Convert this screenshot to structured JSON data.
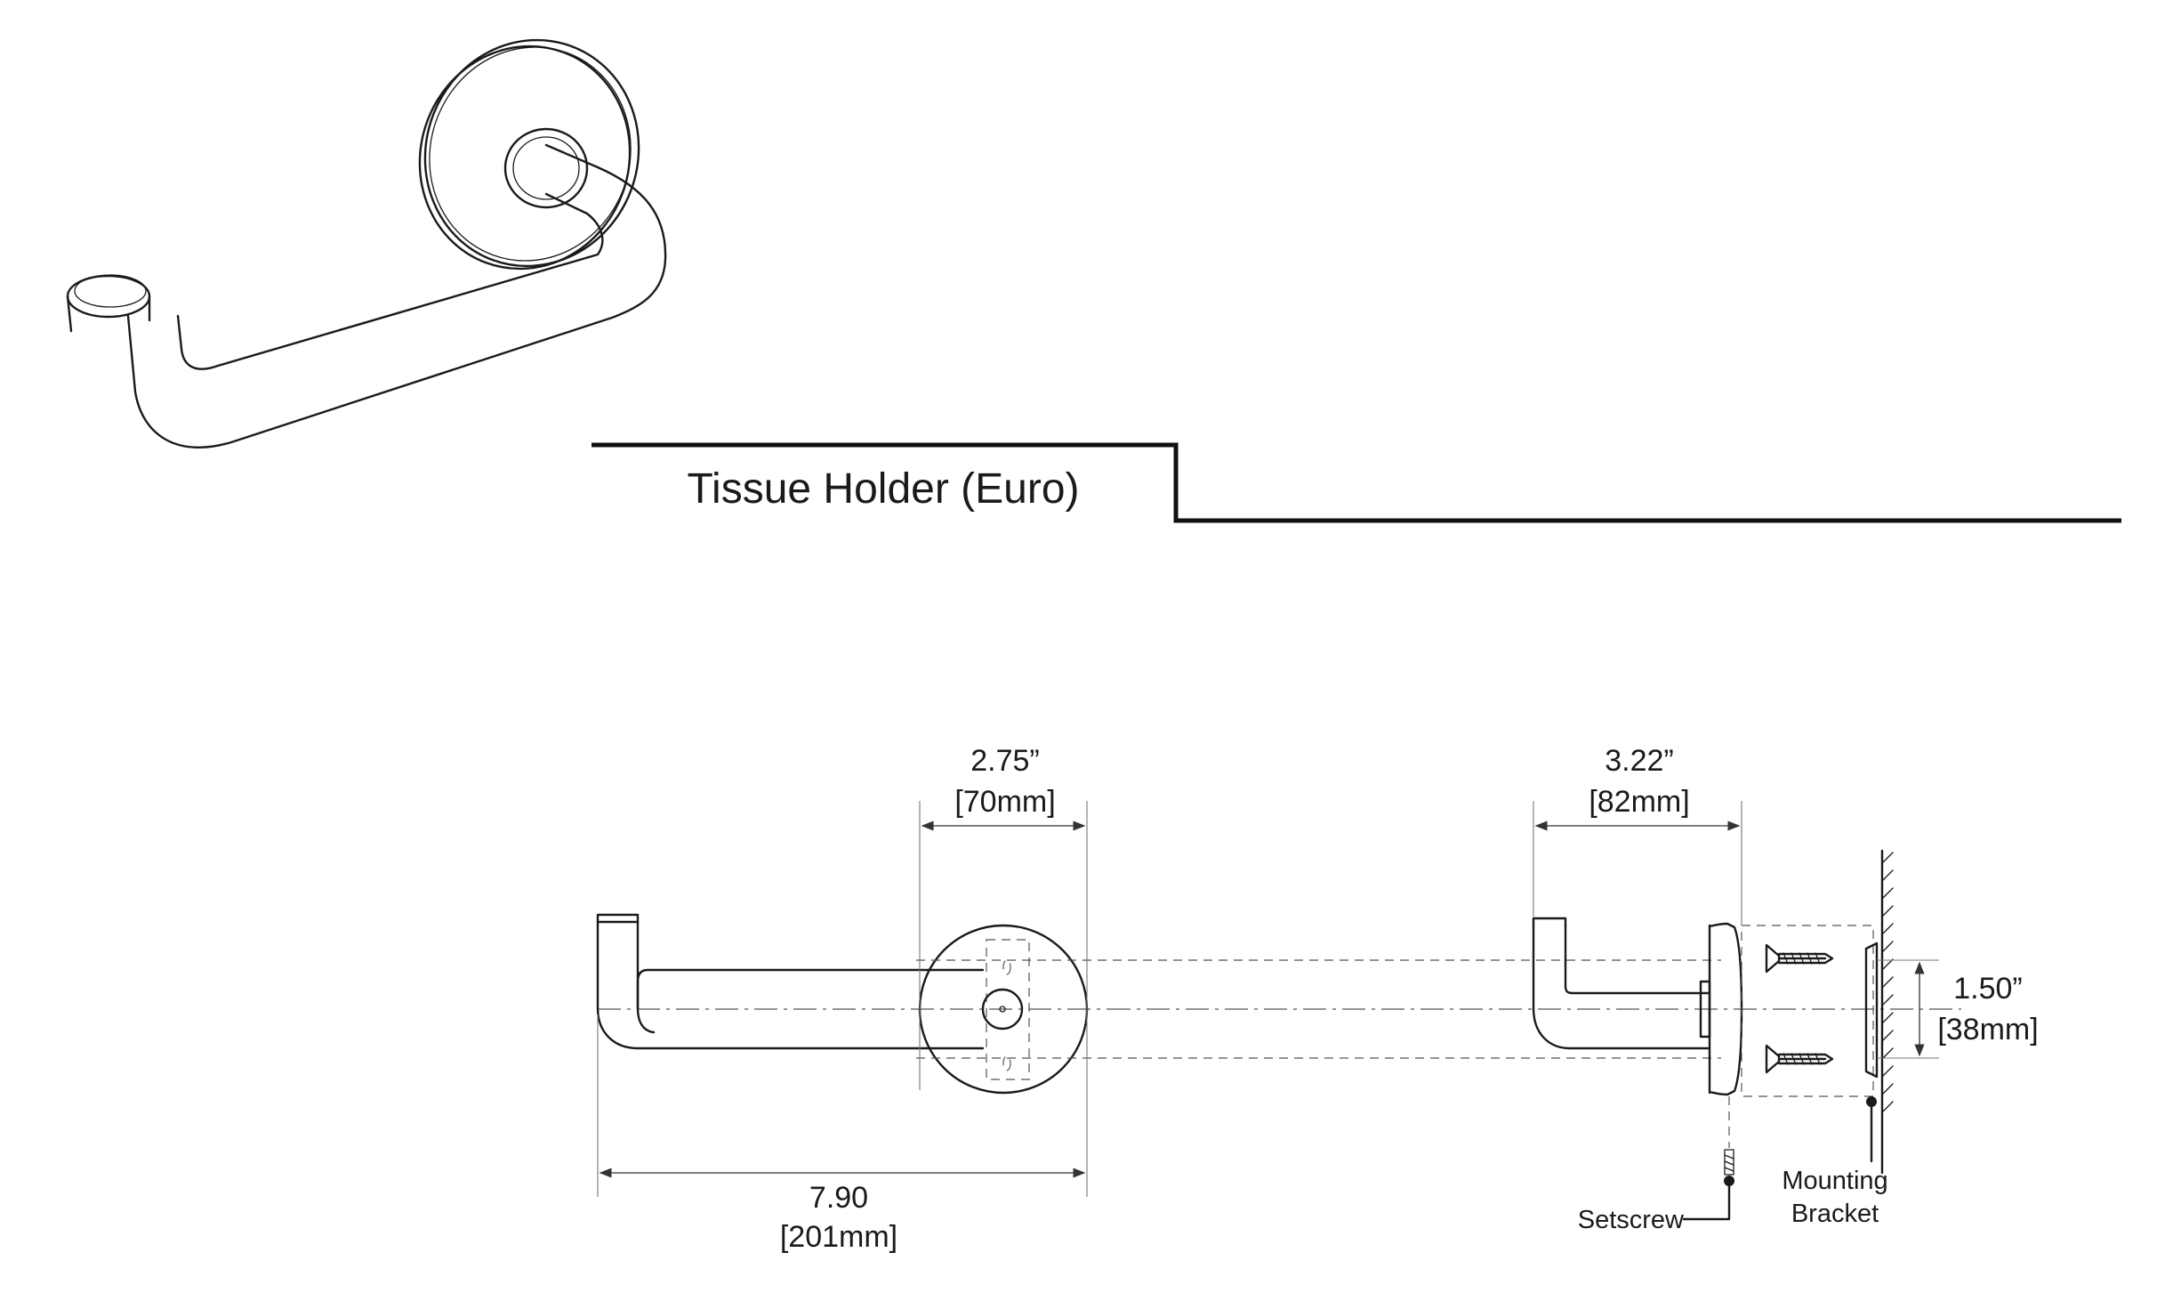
{
  "title": "Tissue Holder (Euro)",
  "dimensions": {
    "mount_width": {
      "imperial": "2.75”",
      "metric": "[70mm]"
    },
    "overall_length": {
      "imperial": "7.90",
      "metric": "[201mm]"
    },
    "projection": {
      "imperial": "3.22”",
      "metric": "[82mm]"
    },
    "bracket_height": {
      "imperial": "1.50”",
      "metric": "[38mm]"
    }
  },
  "callouts": {
    "setscrew": "Setscrew",
    "mounting_line1": "Mounting",
    "mounting_line2": "Bracket"
  },
  "colors": {
    "line": "#1a1a1a",
    "background": "#ffffff"
  }
}
